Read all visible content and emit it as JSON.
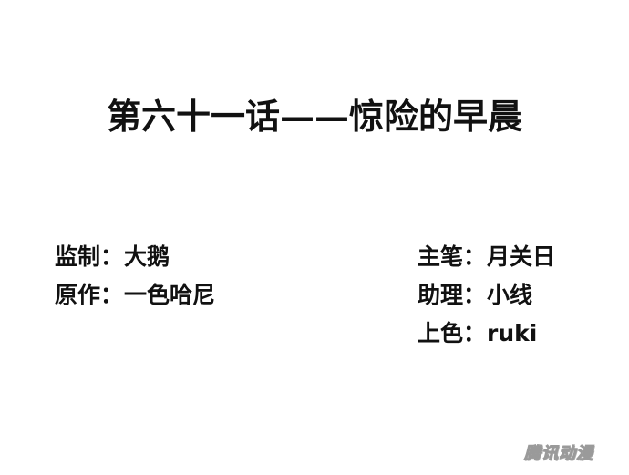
{
  "title": "第六十一话——惊险的早晨",
  "credits": {
    "left": [
      {
        "role": "监制",
        "sep": "：",
        "name": "大鹅"
      },
      {
        "role": "原作",
        "sep": "：",
        "name": "一色哈尼"
      }
    ],
    "right": [
      {
        "role": "主笔",
        "sep": "：",
        "name": "月关日"
      },
      {
        "role": "助理",
        "sep": "：",
        "name": "小线"
      },
      {
        "role": "上色",
        "sep": "：",
        "name": "ruki"
      }
    ]
  },
  "watermark": "腾讯动漫"
}
